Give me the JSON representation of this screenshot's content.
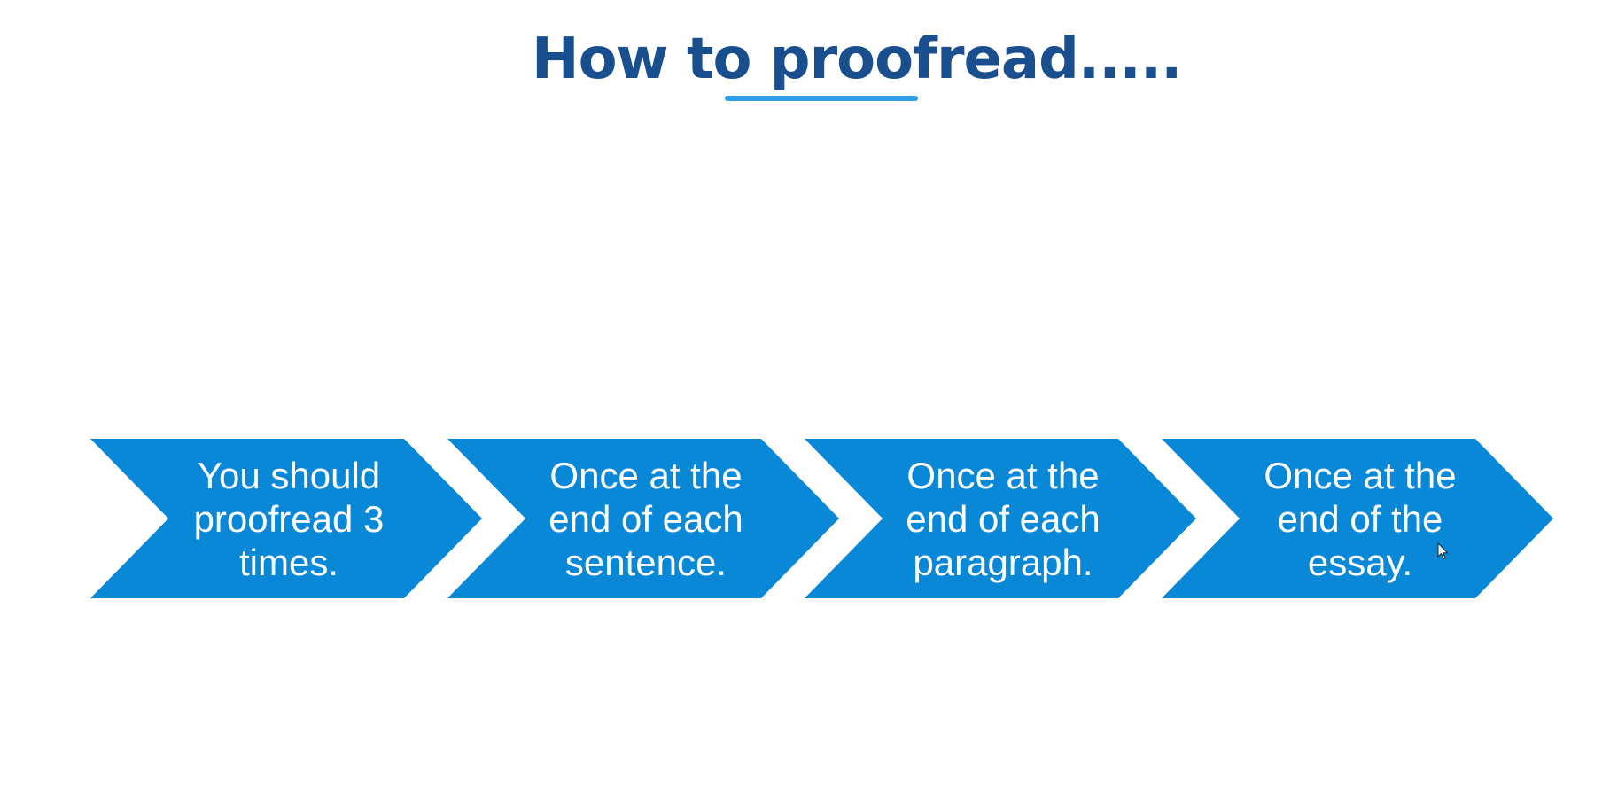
{
  "slide": {
    "title": "How to proofread.....",
    "colors": {
      "title": "#1a4f8f",
      "underline": "#2f9ee8",
      "chevron": "#0a88d8",
      "chevron_text": "#ffffff",
      "background": "#ffffff"
    }
  },
  "steps": [
    {
      "label": "You should proofread 3 times."
    },
    {
      "label": "Once at the end of each sentence."
    },
    {
      "label": "Once at the end of each paragraph."
    },
    {
      "label": "Once at the end of the essay."
    }
  ],
  "cursor": {
    "icon": "mouse-pointer-icon"
  }
}
